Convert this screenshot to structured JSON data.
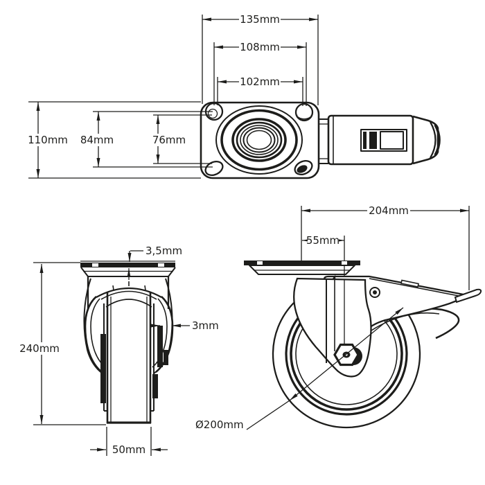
{
  "colors": {
    "line": "#1d1d1b",
    "background": "#ffffff"
  },
  "drawing": {
    "top_view": {
      "dim_plate_length": "135mm",
      "dim_hole_span_outer": "108mm",
      "dim_hole_span_inner": "102mm",
      "dim_plate_width": "110mm",
      "dim_hole_pitch_outer": "84mm",
      "dim_hole_pitch_inner": "76mm"
    },
    "front_view": {
      "dim_plate_thickness": "3,5mm",
      "dim_wall_thickness": "3mm",
      "dim_total_height": "240mm",
      "dim_wheel_width": "50mm"
    },
    "side_view": {
      "dim_total_length": "204mm",
      "dim_swivel_offset": "55mm",
      "dim_wheel_diameter": "Ø200mm"
    }
  }
}
